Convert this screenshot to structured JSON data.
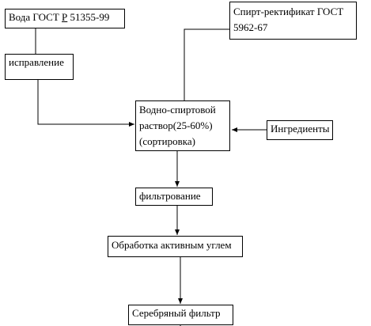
{
  "nodes": {
    "water": {
      "label_prefix": "Вода ГОСТ ",
      "label_mark": "Р",
      "label_suffix": " 51355-99"
    },
    "correction": {
      "label": "исправление"
    },
    "spirit": {
      "line1": "Спирт-ректификат  ГОСТ",
      "line2": "5962-67"
    },
    "mixture": {
      "line1": "Водно-спиртовой",
      "line2": "раствор(25-60%)",
      "line3": "(сортировка)"
    },
    "ingredients": {
      "label": "Ингредиенты"
    },
    "filtering": {
      "label": "фильтрование"
    },
    "carbon": {
      "label": "Обработка активным углем"
    },
    "silver": {
      "label": "Серебряный фильтр"
    }
  },
  "colors": {
    "line": "#000000",
    "box_border": "#000000",
    "background": "#ffffff"
  }
}
